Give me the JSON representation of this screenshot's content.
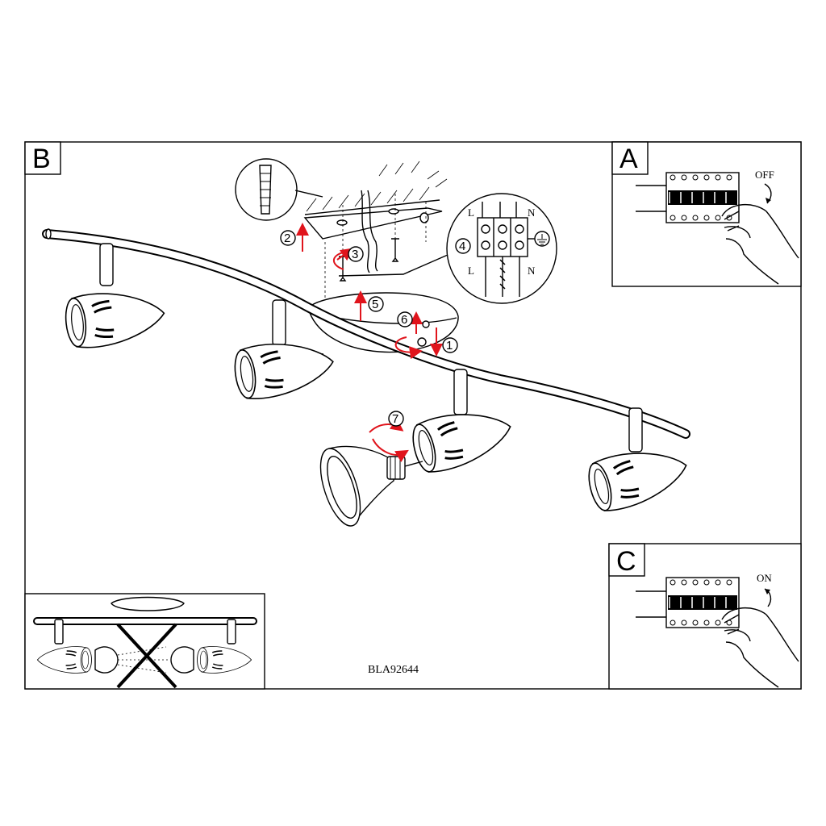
{
  "panels": {
    "main": {
      "letter": "B"
    },
    "switch_off": {
      "letter": "A",
      "label": "OFF"
    },
    "switch_on": {
      "letter": "C",
      "label": "ON"
    }
  },
  "steps": [
    "1",
    "2",
    "3",
    "4",
    "5",
    "6",
    "7"
  ],
  "wiring": {
    "top_left": "L",
    "top_right": "N",
    "bottom_left": "L",
    "bottom_right": "N"
  },
  "model_code": "BLA92644",
  "colors": {
    "arrow": "#e0141c",
    "line": "#000000"
  },
  "icons": [
    "wall-plug-icon",
    "screw-icon",
    "terminal-block-icon",
    "ground-symbol-icon",
    "circuit-breaker-icon",
    "hand-icon",
    "prohibited-cross-icon"
  ]
}
